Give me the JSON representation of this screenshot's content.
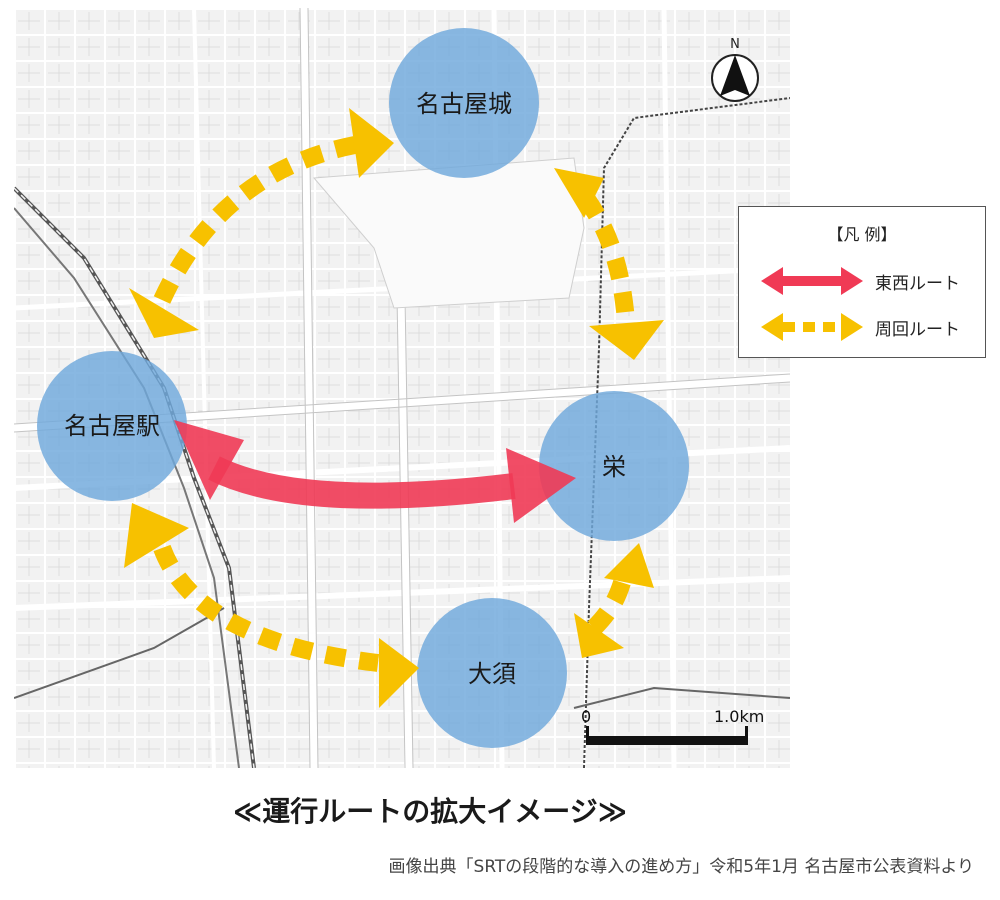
{
  "map": {
    "north_label": "N",
    "stations": [
      {
        "id": "nagoya-castle",
        "label": "名古屋城"
      },
      {
        "id": "nagoya-station",
        "label": "名古屋駅"
      },
      {
        "id": "sakae",
        "label": "栄"
      },
      {
        "id": "osu",
        "label": "大須"
      }
    ],
    "scale_start": "0",
    "scale_end": "1.0km",
    "colors": {
      "station_fill": "#6fa8dc",
      "east_west_route": "#f03a55",
      "loop_route": "#f7c100",
      "map_background": "#f2f2f2",
      "streets": "#c9c9c9"
    }
  },
  "legend": {
    "title": "【凡 例】",
    "items": [
      {
        "label": "東西ルート",
        "style": "solid",
        "color": "#f03a55"
      },
      {
        "label": "周回ルート",
        "style": "dotted",
        "color": "#f7c100"
      }
    ]
  },
  "caption": "≪運行ルートの拡大イメージ≫",
  "credit": "画像出典「SRTの段階的な導入の進め方」令和5年1月 名古屋市公表資料より"
}
